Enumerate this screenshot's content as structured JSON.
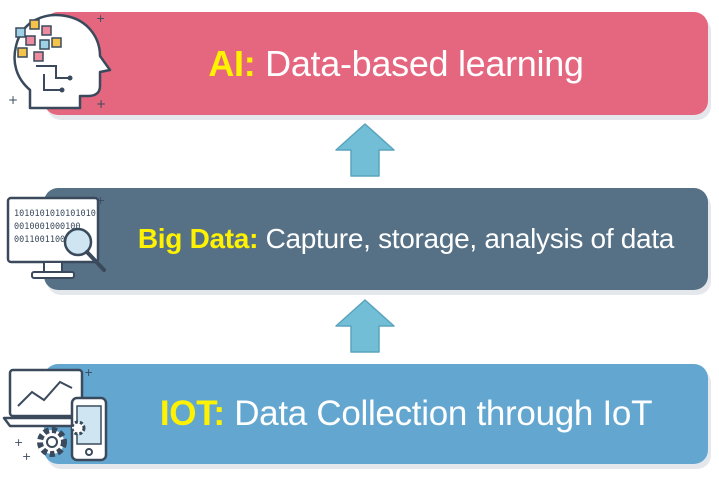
{
  "layers": {
    "ai": {
      "keyword": "AI",
      "separator": ": ",
      "description": "Data-based learning"
    },
    "bigdata": {
      "keyword": "Big Data",
      "separator": ": ",
      "description": "Capture, storage, analysis of data"
    },
    "iot": {
      "keyword": "IOT",
      "separator": ": ",
      "description": "Data Collection through IoT"
    }
  },
  "binary_lines": [
    "1010101010101010",
    "0010001000100",
    "00110011000"
  ],
  "icons": {
    "ai": "ai-head-icon",
    "bigdata": "binary-monitor-magnifier-icon",
    "iot": "devices-gear-icon",
    "arrows": "up-arrow-icon"
  },
  "colors": {
    "ai_bar": "#e5677f",
    "bigdata_bar": "#567186",
    "iot_bar": "#63a7d1",
    "arrow": "#71bed6",
    "keyword": "#fff200",
    "text": "#ffffff"
  }
}
